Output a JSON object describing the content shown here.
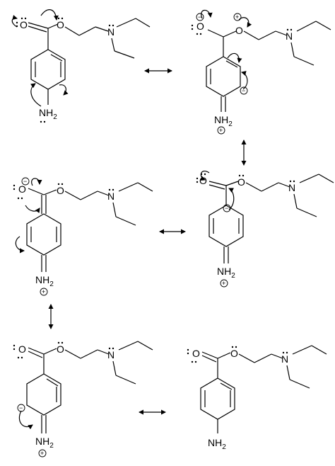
{
  "atoms": {
    "oxygen": "O",
    "nitrogen": "N",
    "amine": "NH",
    "subscript_two": "2"
  },
  "charges": {
    "minus": "−",
    "plus": "+"
  },
  "arrows": {
    "resonance": "double-headed-arrow",
    "electron_push": "curved-arrow"
  },
  "colors": {
    "ink": "#000000",
    "background": "#ffffff"
  }
}
